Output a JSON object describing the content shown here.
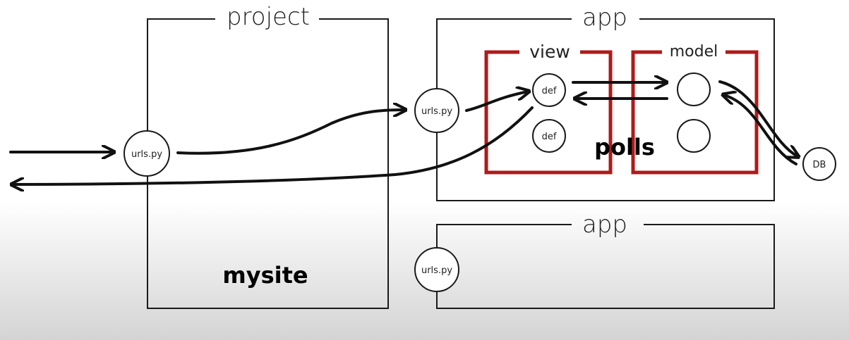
{
  "project": {
    "title": "project",
    "name": "mysite"
  },
  "app_top": {
    "title": "app",
    "urls_label": "urls.py",
    "name": "polls"
  },
  "project_urls_label": "urls.py",
  "view": {
    "title": "view",
    "def1": "def",
    "def2": "def"
  },
  "model": {
    "title": "model"
  },
  "db_label": "DB",
  "app_bottom": {
    "title": "app",
    "urls_label": "urls.py"
  },
  "colors": {
    "line": "#1a1a1a",
    "accent": "#b01a1a"
  }
}
